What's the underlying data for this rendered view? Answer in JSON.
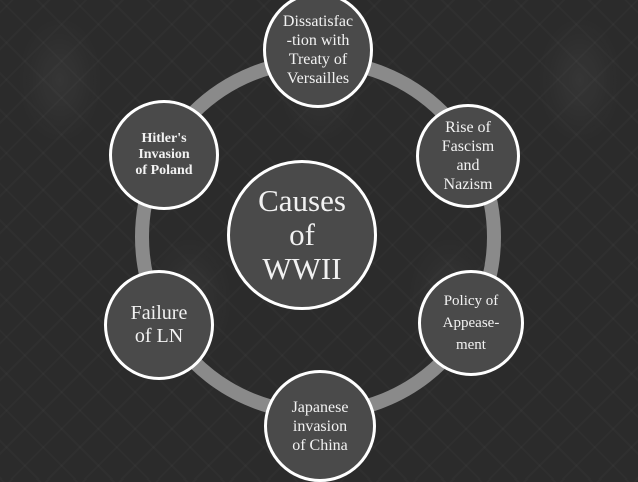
{
  "colors": {
    "background": "#2b2b2b",
    "node_fill": "#4a4a4a",
    "node_border": "#ffffff",
    "ring": "#8a8a8a",
    "text": "#f2f2f2"
  },
  "center": {
    "label": "Causes\nof\nWWII"
  },
  "nodes": [
    {
      "label": "Dissatisfac\n-tion with\nTreaty of\nVersailles"
    },
    {
      "label": "Rise of\nFascism\nand\nNazism"
    },
    {
      "label": "Policy of\nAppease-\nment"
    },
    {
      "label": "Japanese\ninvasion\nof China"
    },
    {
      "label": "Failure\nof LN"
    },
    {
      "label": "Hitler's\nInvasion\nof Poland"
    }
  ]
}
